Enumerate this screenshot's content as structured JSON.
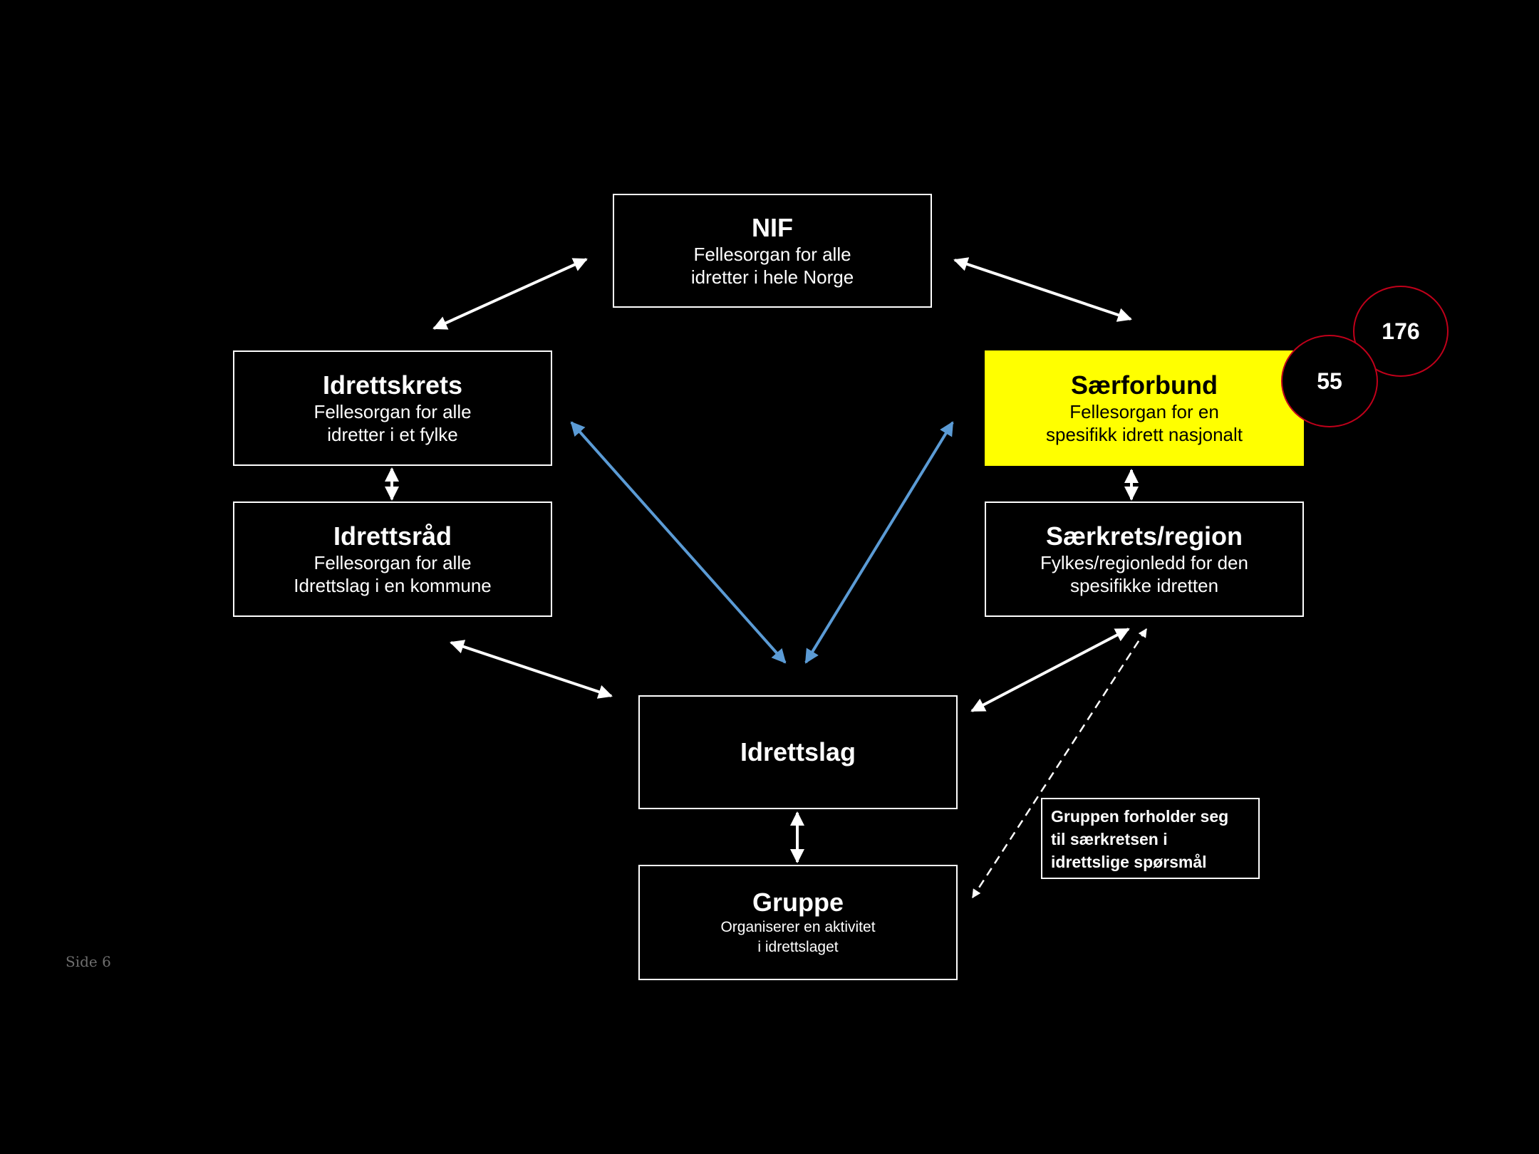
{
  "boxes": {
    "nif": {
      "title": "NIF",
      "subtitle": "Fellesorgan for alle\nidretter i hele Norge"
    },
    "idrettskrets": {
      "title": "Idrettskrets",
      "subtitle": "Fellesorgan for alle\nidretter i et fylke"
    },
    "idrettsrad": {
      "title": "Idrettsråd",
      "subtitle": "Fellesorgan for alle\nIdrettslag  i en kommune"
    },
    "saerforbund": {
      "title": "Særforbund",
      "subtitle": "Fellesorgan for en\nspesifikk idrett nasjonalt"
    },
    "saerkrets": {
      "title": "Særkrets/region",
      "subtitle": "Fylkes/regionledd for den\nspesifikke idretten"
    },
    "idrettslag": {
      "title": "Idrettslag"
    },
    "gruppe": {
      "title": "Gruppe",
      "subtitle": "Organiserer  en aktivitet\ni idrettslaget"
    }
  },
  "note": {
    "text": "Gruppen forholder seg\n til særkretsen i\nidrettslige spørsmål"
  },
  "badges": {
    "count_176": "176",
    "count_55": "55"
  },
  "page_label": "Side 6",
  "colors": {
    "background": "#000000",
    "box_border": "#ffffff",
    "highlight_fill": "#ffff00",
    "connector_white": "#ffffff",
    "connector_blue": "#5b9bd5",
    "badge_border": "#c0001a"
  },
  "connections": [
    {
      "from": "nif",
      "to": "idrettskrets",
      "style": "solid",
      "color": "white"
    },
    {
      "from": "nif",
      "to": "saerforbund",
      "style": "solid",
      "color": "white"
    },
    {
      "from": "idrettskrets",
      "to": "idrettsrad",
      "style": "solid",
      "color": "white"
    },
    {
      "from": "saerforbund",
      "to": "saerkrets",
      "style": "solid",
      "color": "white"
    },
    {
      "from": "idrettsrad",
      "to": "idrettslag",
      "style": "solid",
      "color": "white"
    },
    {
      "from": "saerkrets",
      "to": "idrettslag",
      "style": "solid",
      "color": "white"
    },
    {
      "from": "idrettskrets",
      "to": "idrettslag",
      "style": "solid",
      "color": "blue"
    },
    {
      "from": "saerforbund",
      "to": "idrettslag",
      "style": "solid",
      "color": "blue"
    },
    {
      "from": "idrettslag",
      "to": "gruppe",
      "style": "solid",
      "color": "white"
    },
    {
      "from": "saerkrets",
      "to": "gruppe",
      "style": "dashed",
      "color": "white"
    }
  ]
}
